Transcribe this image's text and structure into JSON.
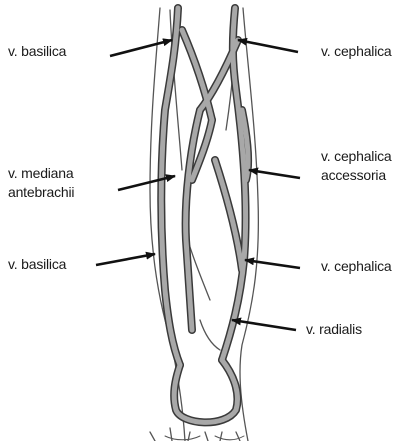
{
  "labels": {
    "basilica_upper": "v. basilica",
    "cephalica_upper": "v. cephalica",
    "mediana_line1": "v. mediana",
    "mediana_line2": "antebrachii",
    "cephalica_acc_line1": "v. cephalica",
    "cephalica_acc_line2": "accessoria",
    "basilica_lower": "v. basilica",
    "cephalica_lower": "v. cephalica",
    "radialis": "v. radialis"
  },
  "colors": {
    "vein_fill": "#a8a8a8",
    "vein_outline": "#3a3a3a",
    "sketch_line": "#555555",
    "arrow": "#111111",
    "text": "#1a1a1a"
  }
}
